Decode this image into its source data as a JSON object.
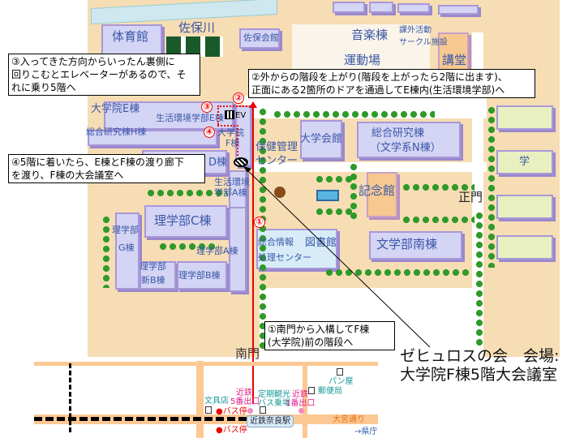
{
  "map": {
    "river": "佐保川",
    "buildings": {
      "gym": "体育館",
      "sahokaikan": "佐保会館",
      "music": "音楽棟",
      "club1": "課外活動",
      "club2": "サークル施設",
      "auditorium": "講堂",
      "field": "運動場",
      "grad_e": "大学院E棟",
      "life_e": "生活環境学部E棟",
      "h_bldg": "総合研究棟H棟",
      "grad_f1": "大学院",
      "grad_f2": "F棟",
      "d_bldg": "D棟",
      "life_a1": "生活環境",
      "life_a2": "学部A棟",
      "health1": "保健管理",
      "health2": "センター",
      "univ_hall": "大学会館",
      "research_n1": "総合研究棟",
      "research_n2": "（文学系N棟）",
      "memorial": "記念館",
      "main_gate": "正門",
      "sci_c": "理学部C棟",
      "sci_g1": "理学部",
      "sci_g2": "G棟",
      "sci_a": "理学部A棟",
      "sci_newb1": "理学部",
      "sci_newb2": "新B棟",
      "sci_b": "理学部B棟",
      "info1": "総合情報",
      "info2": "処理センター",
      "library": "図書館",
      "lit_south": "文学部南棟",
      "east": "学",
      "south_gate": "南門",
      "ev": "EV"
    },
    "street": {
      "bakery": "パン屋",
      "post": "郵便局",
      "stationery": "文具店",
      "exit5a": "近鉄",
      "exit5b": "5番出口",
      "tour_bus1": "定期観光",
      "tour_bus2": "バス乗場",
      "exit1a": "近鉄",
      "exit1b": "1番出口",
      "bus_stop": "●バス停",
      "bus_stop2": "●バス停",
      "station": "近鉄奈良駅",
      "avenue": "大宮通り",
      "pref": "→県庁"
    }
  },
  "steps": {
    "n1": "①",
    "n2": "②",
    "n3": "③",
    "n4": "④",
    "step1": [
      "①南門から入構してF棟",
      "(大学院)前の階段へ"
    ],
    "step2": [
      "②外からの階段を上がり(階段を上がったら2階に出ます)、",
      "正面にある2箇所のドアを通過してE棟内(生活環境学部)へ"
    ],
    "step3": [
      "③入ってきた方向からいったん裏側に",
      "回りこむとエレベーターがあるので、そ",
      "れに乗り5階へ"
    ],
    "step4": [
      "④5階に着いたら、E棟とF棟の渡り廊下",
      "を渡り、F棟の大会議室へ"
    ]
  },
  "venue": {
    "line1": "ゼヒュロスの会　会場:",
    "line2": "大学院F棟5階大会議室"
  },
  "colors": {
    "route": "#ee0000",
    "building": "#d4d4f4",
    "path": "#f6ddb4",
    "road": "#fcc894"
  }
}
